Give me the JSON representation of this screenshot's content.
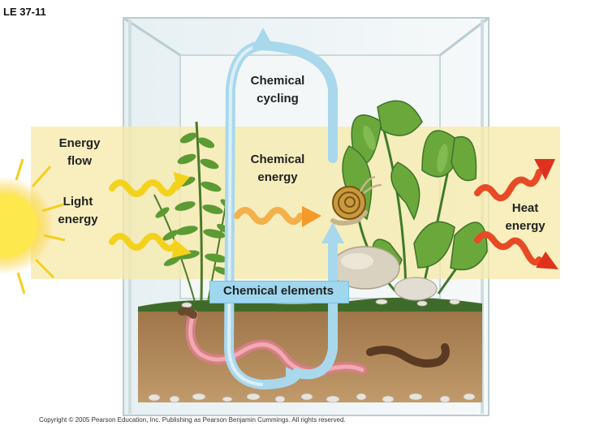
{
  "figure_id": "LE 37-11",
  "labels": {
    "chemical_cycling": [
      "Chemical",
      "cycling"
    ],
    "chemical_energy": [
      "Chemical",
      "energy"
    ],
    "energy_flow": [
      "Energy",
      "flow"
    ],
    "light_energy": [
      "Light",
      "energy"
    ],
    "heat_energy": [
      "Heat",
      "energy"
    ],
    "chemical_elements": "Chemical elements"
  },
  "copyright": "Copyright © 2005 Pearson Education, Inc. Publishing as Pearson Benjamin Cummings. All rights reserved.",
  "colors": {
    "energy_band": "#f7e9a8",
    "cycle_loop": "#a9d8ec",
    "soil": "#b08a5e",
    "light_arrow": "#f4d21c",
    "chem_arrow": "#f39a2a",
    "heat_arrow": "#e0301e"
  }
}
